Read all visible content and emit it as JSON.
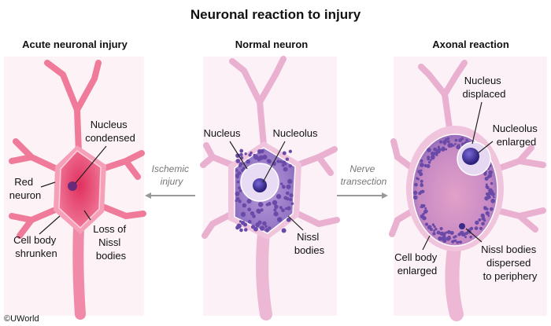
{
  "title": "Neuronal reaction to injury",
  "panels": {
    "acute": {
      "heading": "Acute neuronal injury",
      "labels": {
        "nucleus": [
          "Nucleus",
          "condensed"
        ],
        "red": [
          "Red",
          "neuron"
        ],
        "body": [
          "Cell body",
          "shrunken"
        ],
        "nissl": [
          "Loss of",
          "Nissl",
          "bodies"
        ]
      }
    },
    "normal": {
      "heading": "Normal neuron",
      "labels": {
        "nucleus": "Nucleus",
        "nucleolus": "Nucleolus",
        "nissl": [
          "Nissl",
          "bodies"
        ]
      }
    },
    "axonal": {
      "heading": "Axonal reaction",
      "labels": {
        "nucleus": [
          "Nucleus",
          "displaced"
        ],
        "nucleolus": [
          "Nucleolus",
          "enlarged"
        ],
        "body": [
          "Cell body",
          "enlarged"
        ],
        "nissl": [
          "Nissl bodies",
          "dispersed",
          "to periphery"
        ]
      }
    }
  },
  "arrows": {
    "ischemic": [
      "Ischemic",
      "injury"
    ],
    "transection": [
      "Nerve",
      "transection"
    ]
  },
  "copyright": "©UWorld",
  "colors": {
    "red_neuron": "#e8456f",
    "normal_neuron": "#e6a3c8",
    "nissl": "#6a4aa8",
    "nucleolus": "#3a2a8a"
  }
}
